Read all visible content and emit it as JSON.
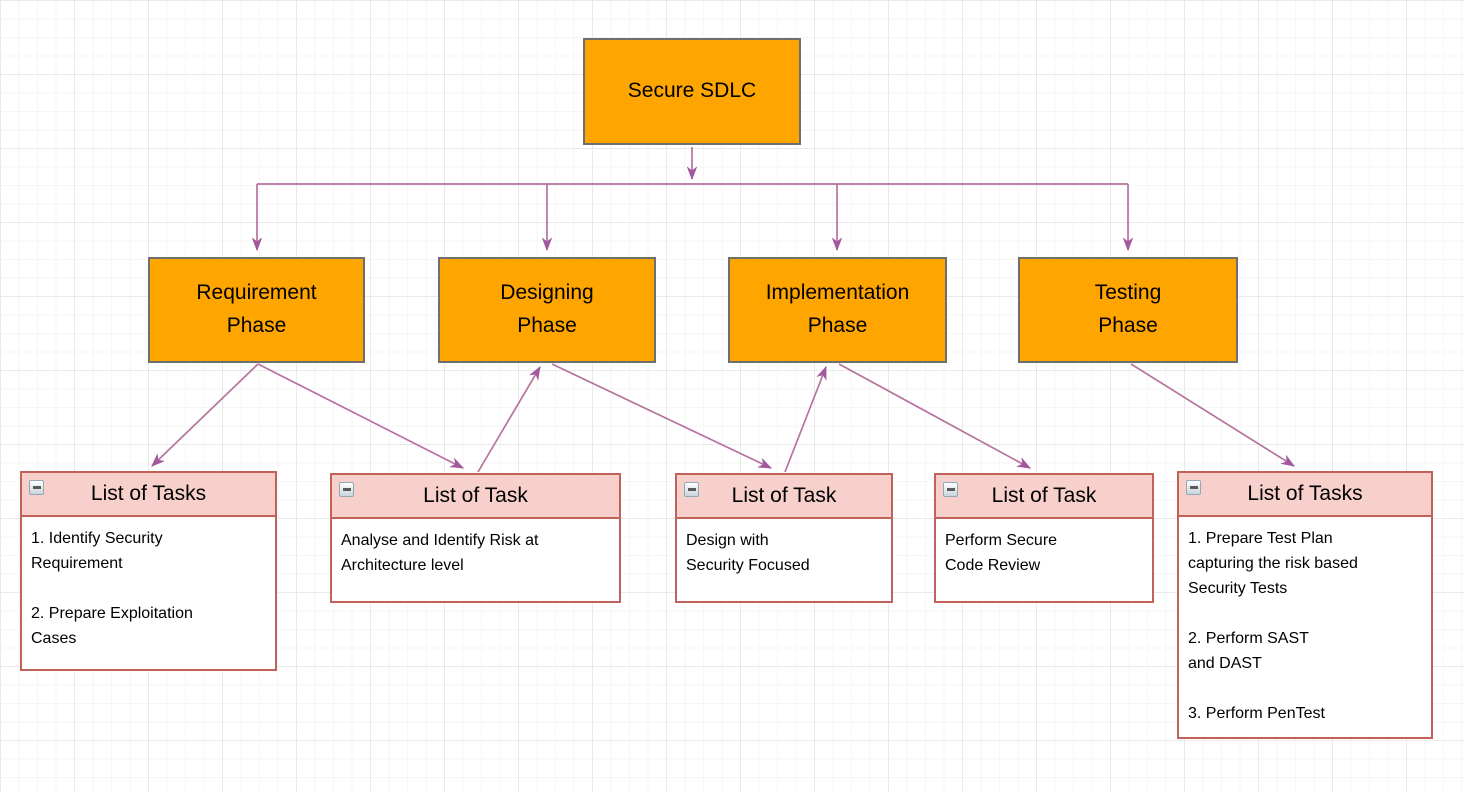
{
  "root": {
    "label": "Secure SDLC"
  },
  "phases": [
    {
      "label": "Requirement\nPhase"
    },
    {
      "label": "Designing\nPhase"
    },
    {
      "label": "Implementation\nPhase"
    },
    {
      "label": "Testing\nPhase"
    }
  ],
  "task_lists": [
    {
      "title": "List of Tasks",
      "body": "1. Identify Security\nRequirement\n\n2. Prepare Exploitation\nCases"
    },
    {
      "title": "List of Task",
      "body": "Analyse and Identify Risk at\nArchitecture level"
    },
    {
      "title": "List of Task",
      "body": "Design with\nSecurity Focused"
    },
    {
      "title": "List of Task",
      "body": "Perform Secure\nCode Review"
    },
    {
      "title": "List of Tasks",
      "body": "1. Prepare Test Plan\ncapturing the risk based\nSecurity Tests\n\n2. Perform SAST\nand DAST\n\n3. Perform PenTest"
    }
  ],
  "edges": [
    {
      "from": "secure-sdlc",
      "to": "requirement-phase",
      "arrow": "at-phase"
    },
    {
      "from": "secure-sdlc",
      "to": "designing-phase",
      "arrow": "at-phase"
    },
    {
      "from": "secure-sdlc",
      "to": "implementation-phase",
      "arrow": "at-phase"
    },
    {
      "from": "secure-sdlc",
      "to": "testing-phase",
      "arrow": "at-phase"
    },
    {
      "from": "requirement-phase",
      "to": "task-list-1",
      "arrow": "at-task-list"
    },
    {
      "from": "requirement-phase",
      "to": "task-list-2",
      "arrow": "at-task-list"
    },
    {
      "from": "task-list-2",
      "to": "designing-phase",
      "arrow": "at-phase"
    },
    {
      "from": "designing-phase",
      "to": "task-list-3",
      "arrow": "at-task-list"
    },
    {
      "from": "task-list-3",
      "to": "implementation-phase",
      "arrow": "at-phase"
    },
    {
      "from": "implementation-phase",
      "to": "task-list-4",
      "arrow": "at-task-list"
    },
    {
      "from": "testing-phase",
      "to": "task-list-5",
      "arrow": "at-task-list"
    }
  ],
  "colors": {
    "phase_fill": "#ffa500",
    "phase_stroke": "#6f6f6f",
    "task_header_fill": "#f7cfcb",
    "task_stroke": "#c26158",
    "edge_stroke": "#b5739d",
    "arrowhead_fill": "#a2589c",
    "grid_major": "#e9e9e9",
    "grid_minor": "#f6f6f6"
  }
}
